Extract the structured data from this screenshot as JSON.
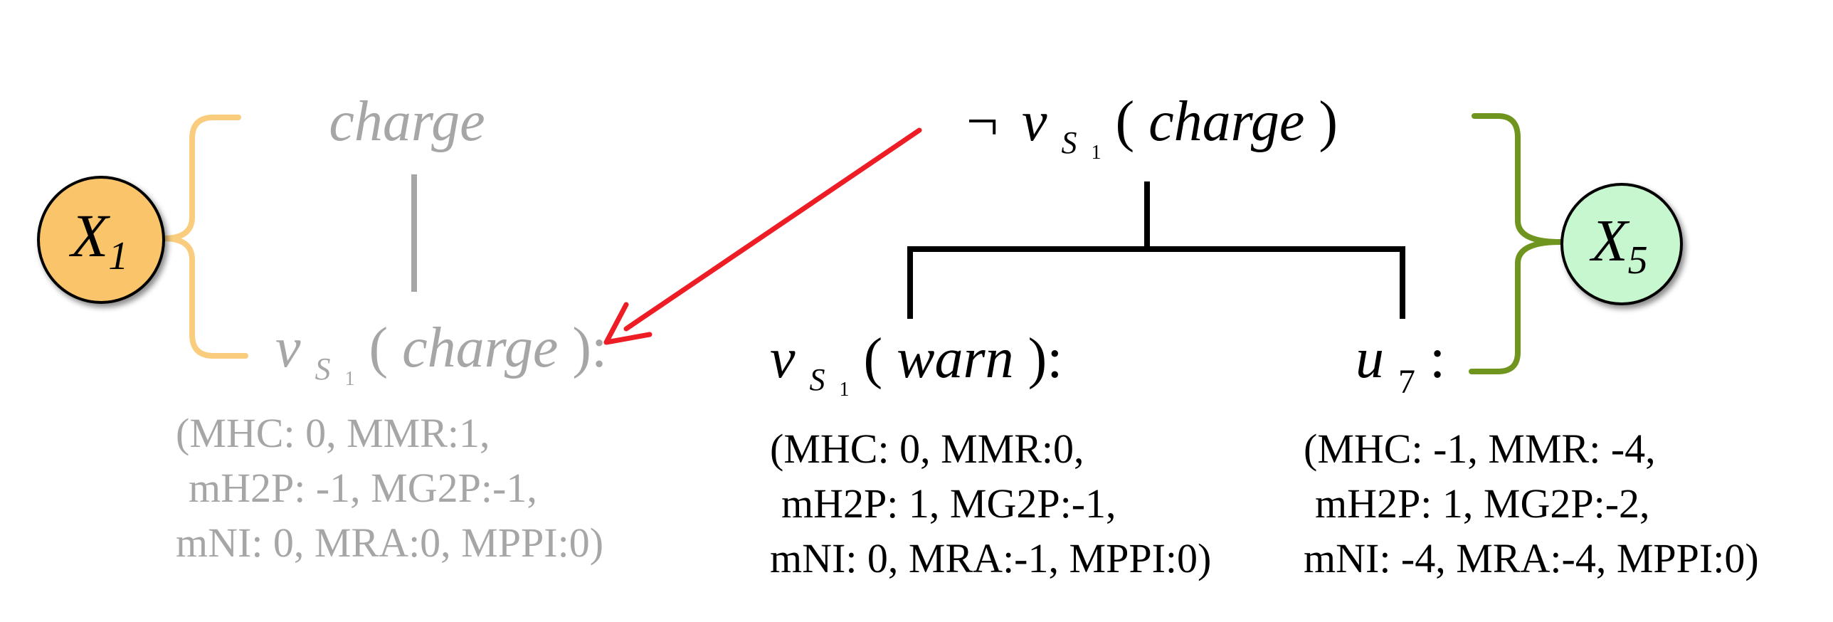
{
  "colors": {
    "faded": "#a6a6a6",
    "ink": "#000000",
    "arrow": "#ee1c25",
    "x1_fill": "#f9c46b",
    "x1_bracket": "#f9cd7d",
    "x5_fill": "#c6f7cf",
    "x5_bracket": "#6f951f"
  },
  "left_tree": {
    "root_label": "charge",
    "node": {
      "v": "v",
      "sub": "S",
      "subsub": "1",
      "open": "(",
      "action": "charge",
      "close": "):"
    },
    "values": [
      "(MHC: 0, MMR:1,",
      "mH2P: -1, MG2P:-1,",
      "mNI: 0, MRA:0, MPPI:0)"
    ],
    "cluster": {
      "letter": "X",
      "index": "1"
    }
  },
  "right_tree": {
    "root": {
      "neg": "¬",
      "v": "v",
      "sub": "S",
      "subsub": "1",
      "open": "(",
      "action": "charge",
      "close": ")"
    },
    "left_child": {
      "v": "v",
      "sub": "S",
      "subsub": "1",
      "open": "(",
      "action": "warn",
      "close": "):",
      "values": [
        "(MHC: 0, MMR:0,",
        "mH2P: 1, MG2P:-1,",
        "mNI: 0, MRA:-1, MPPI:0)"
      ]
    },
    "right_child": {
      "u": "u",
      "sub": "7",
      "colon": ":",
      "values": [
        "(MHC: -1, MMR: -4,",
        "mH2P: 1, MG2P:-2,",
        "mNI: -4, MRA:-4, MPPI:0)"
      ]
    },
    "cluster": {
      "letter": "X",
      "index": "5"
    }
  }
}
